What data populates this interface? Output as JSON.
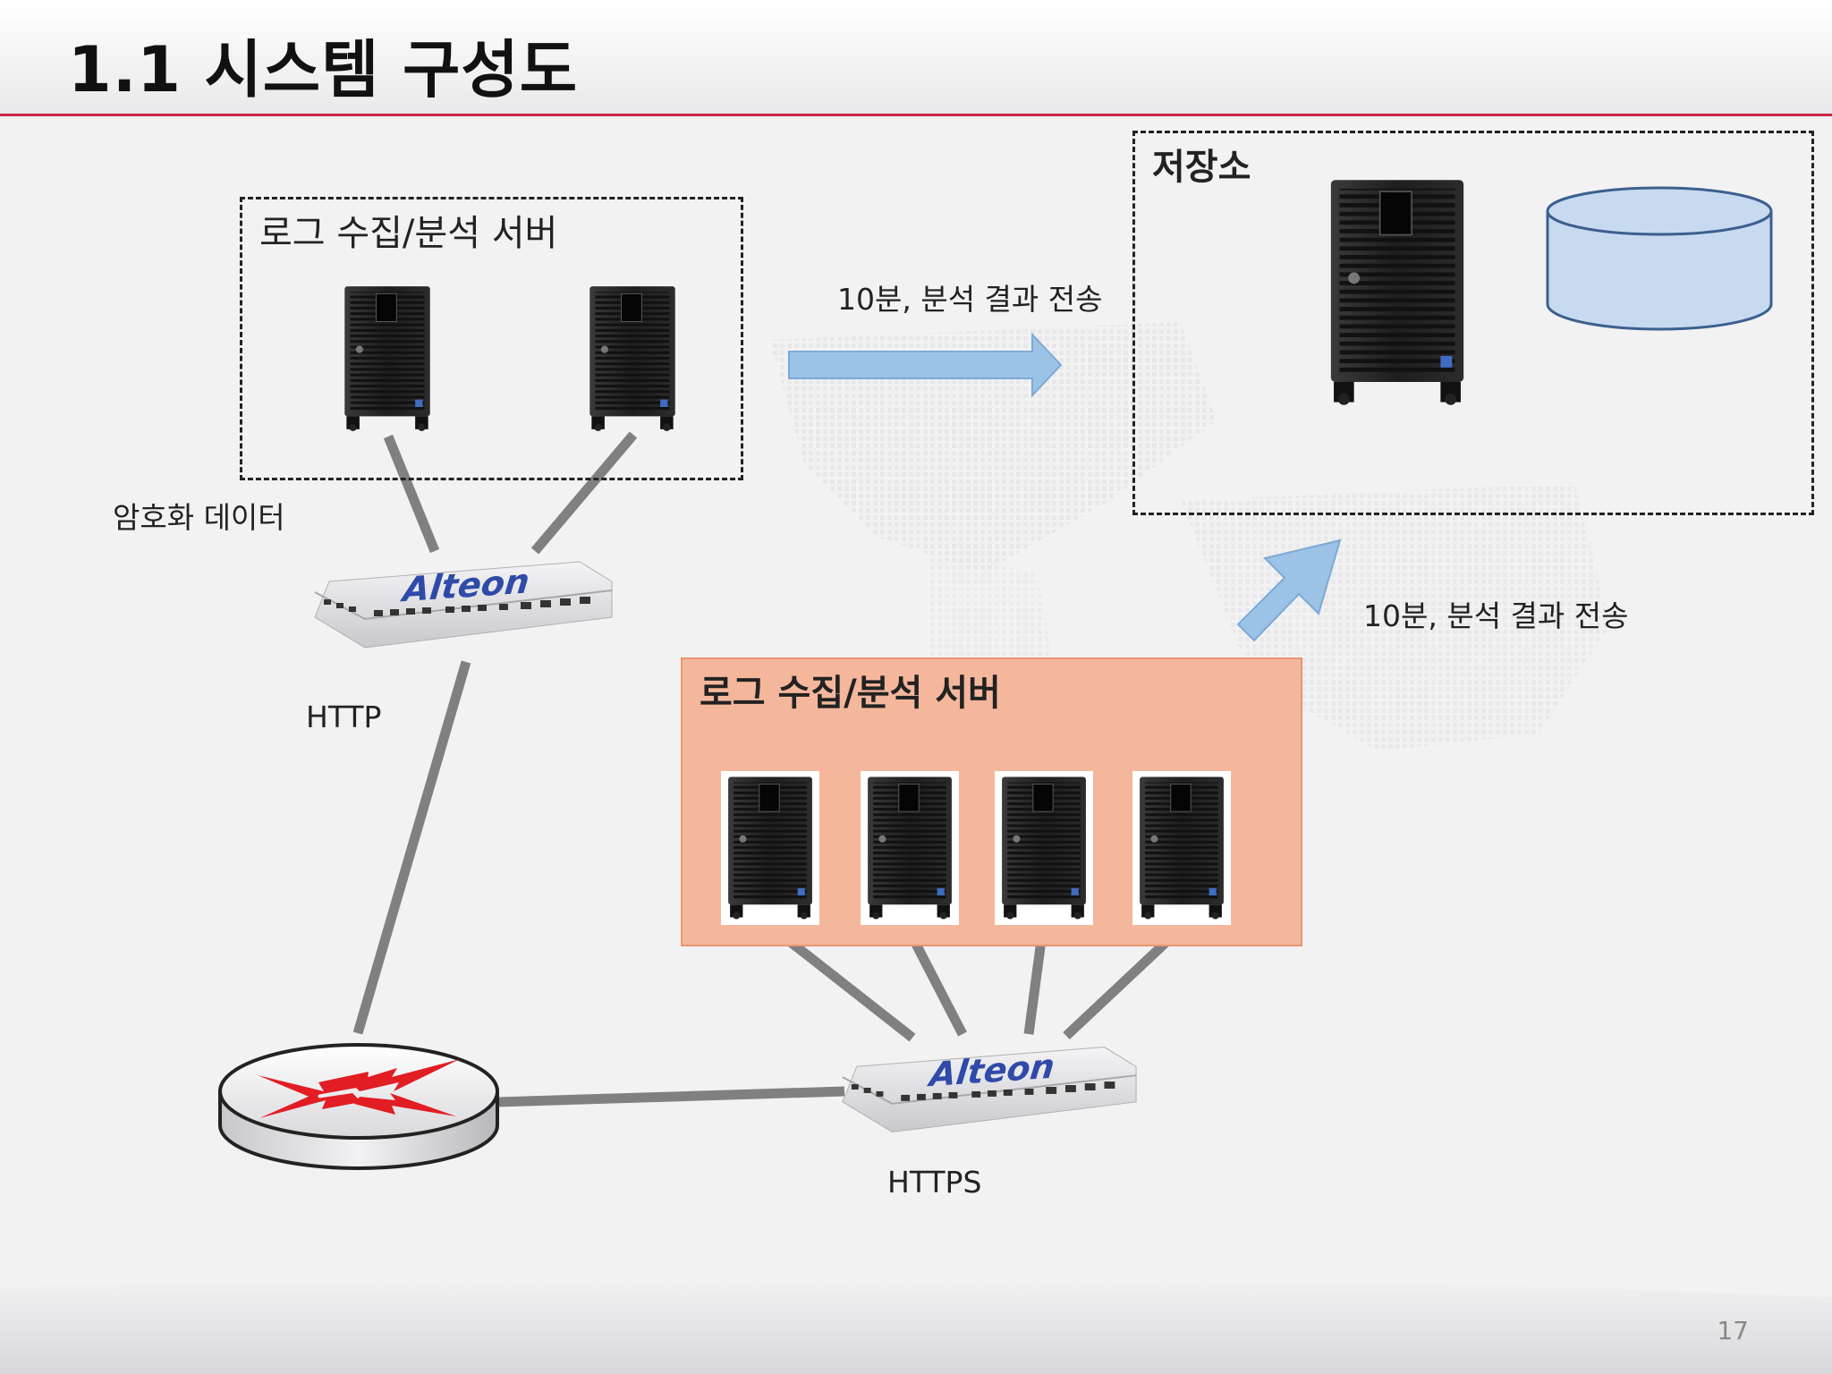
{
  "page": {
    "title": "1.1 시스템 구성도",
    "page_number": "17"
  },
  "groups": {
    "top_servers_label": "로그 수집/분석 서버",
    "storage_label": "저장소",
    "bottom_servers_label": "로그 수집/분석 서버"
  },
  "labels": {
    "transfer_top": "10분, 분석 결과 전송",
    "transfer_right": "10분, 분석 결과 전송",
    "encrypted_data": "암호화 데이터",
    "http": "HTTP",
    "https": "HTTPS"
  },
  "devices": {
    "load_balancer_brand": "Alteon"
  },
  "colors": {
    "title_rule": "#c8254a",
    "arrow_fill": "#9cc2e6",
    "db_fill": "#c7daf0",
    "orange_box": "#f5b79c",
    "connector": "#808080"
  }
}
